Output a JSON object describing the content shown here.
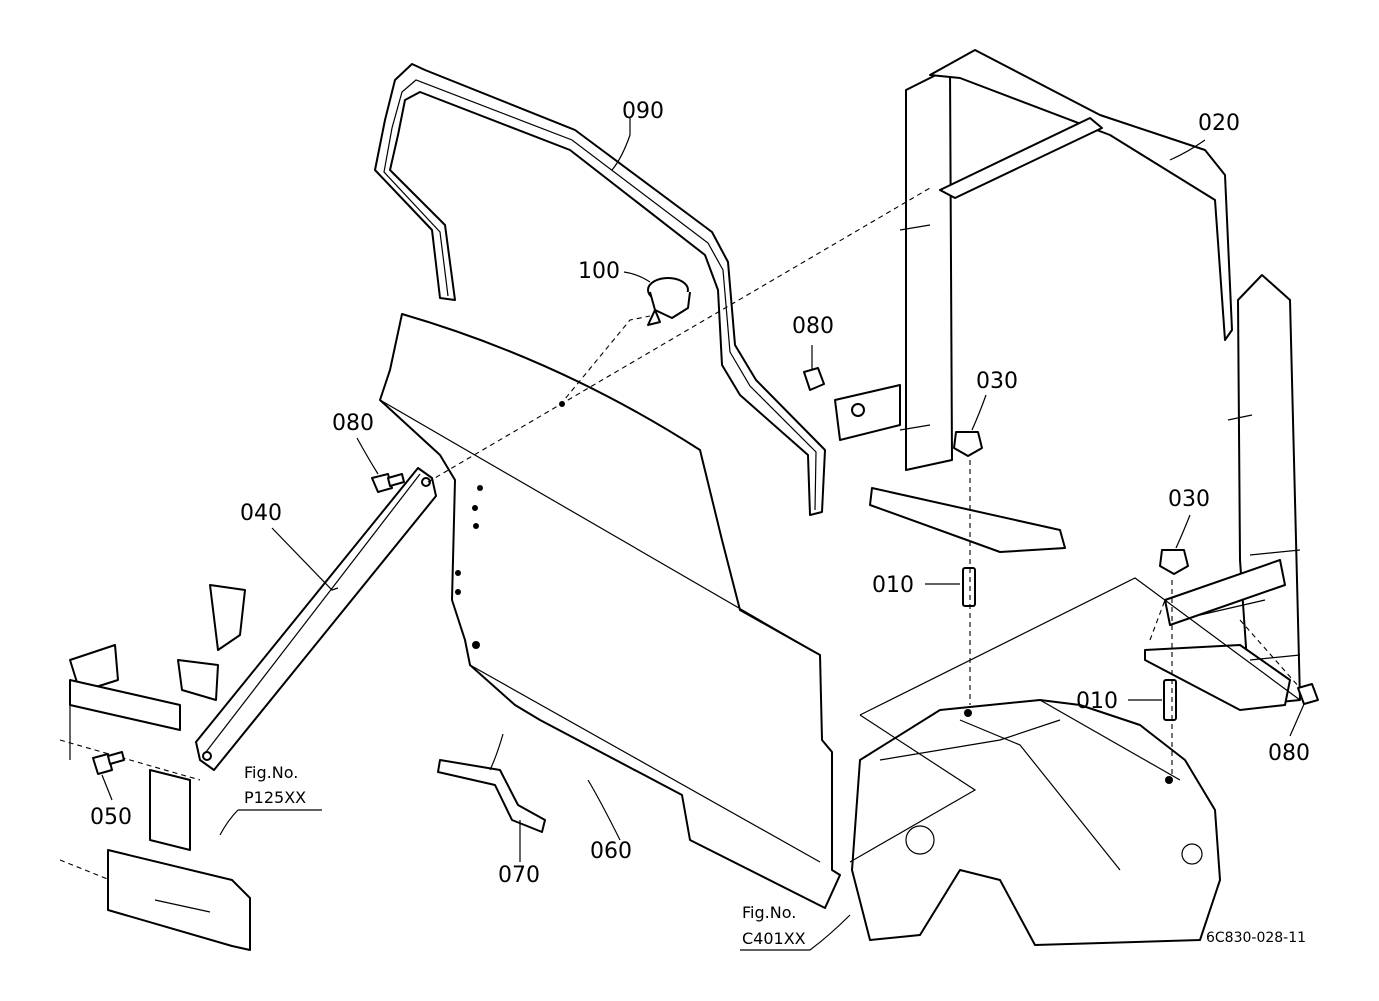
{
  "diagram": {
    "labels": {
      "p010a": "010",
      "p010b": "010",
      "p020": "020",
      "p030a": "030",
      "p030b": "030",
      "p040": "040",
      "p050": "050",
      "p060": "060",
      "p070": "070",
      "p080a": "080",
      "p080b": "080",
      "p080c": "080",
      "p090": "090",
      "p100": "100"
    },
    "figrefs": {
      "ref1": {
        "line1": "Fig.No.",
        "line2": "P125XX"
      },
      "ref2": {
        "line1": "Fig.No.",
        "line2": "C401XX"
      }
    },
    "drawing_code": "6C830-028-11"
  }
}
